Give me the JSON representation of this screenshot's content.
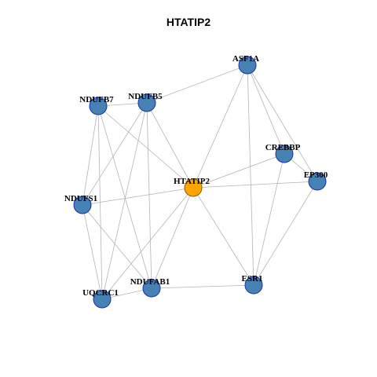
{
  "title": "HTATIP2",
  "colors": {
    "hub_fill": "#FFA500",
    "node_fill": "#4682B4",
    "node_stroke": "#1a2fb0",
    "edge": "#b4b4b4"
  },
  "nodes": [
    {
      "id": "HTATIP2",
      "label": "HTATIP2",
      "hub": true
    },
    {
      "id": "ASF1A",
      "label": "ASF1A"
    },
    {
      "id": "NDUFB5",
      "label": "NDUFB5"
    },
    {
      "id": "NDUFB7",
      "label": "NDUFB7"
    },
    {
      "id": "CREBBP",
      "label": "CREBBP"
    },
    {
      "id": "EP300",
      "label": "EP300"
    },
    {
      "id": "NDUFS1",
      "label": "NDUFS1"
    },
    {
      "id": "NDUFAB1",
      "label": "NDUFAB1"
    },
    {
      "id": "ESR1",
      "label": "ESR1"
    },
    {
      "id": "UQCRC1",
      "label": "UQCRC1"
    }
  ],
  "edges": [
    [
      "HTATIP2",
      "ASF1A"
    ],
    [
      "HTATIP2",
      "NDUFB5"
    ],
    [
      "HTATIP2",
      "NDUFB7"
    ],
    [
      "HTATIP2",
      "CREBBP"
    ],
    [
      "HTATIP2",
      "EP300"
    ],
    [
      "HTATIP2",
      "NDUFS1"
    ],
    [
      "HTATIP2",
      "NDUFAB1"
    ],
    [
      "HTATIP2",
      "ESR1"
    ],
    [
      "HTATIP2",
      "UQCRC1"
    ],
    [
      "ASF1A",
      "NDUFB5"
    ],
    [
      "ASF1A",
      "CREBBP"
    ],
    [
      "ASF1A",
      "EP300"
    ],
    [
      "ASF1A",
      "ESR1"
    ],
    [
      "CREBBP",
      "EP300"
    ],
    [
      "CREBBP",
      "ESR1"
    ],
    [
      "EP300",
      "ESR1"
    ],
    [
      "NDUFB7",
      "NDUFB5"
    ],
    [
      "NDUFB7",
      "NDUFS1"
    ],
    [
      "NDUFB7",
      "UQCRC1"
    ],
    [
      "NDUFB7",
      "NDUFAB1"
    ],
    [
      "NDUFB5",
      "NDUFS1"
    ],
    [
      "NDUFB5",
      "UQCRC1"
    ],
    [
      "NDUFB5",
      "NDUFAB1"
    ],
    [
      "NDUFS1",
      "UQCRC1"
    ],
    [
      "NDUFS1",
      "NDUFAB1"
    ],
    [
      "UQCRC1",
      "NDUFAB1"
    ],
    [
      "NDUFAB1",
      "ESR1"
    ]
  ]
}
